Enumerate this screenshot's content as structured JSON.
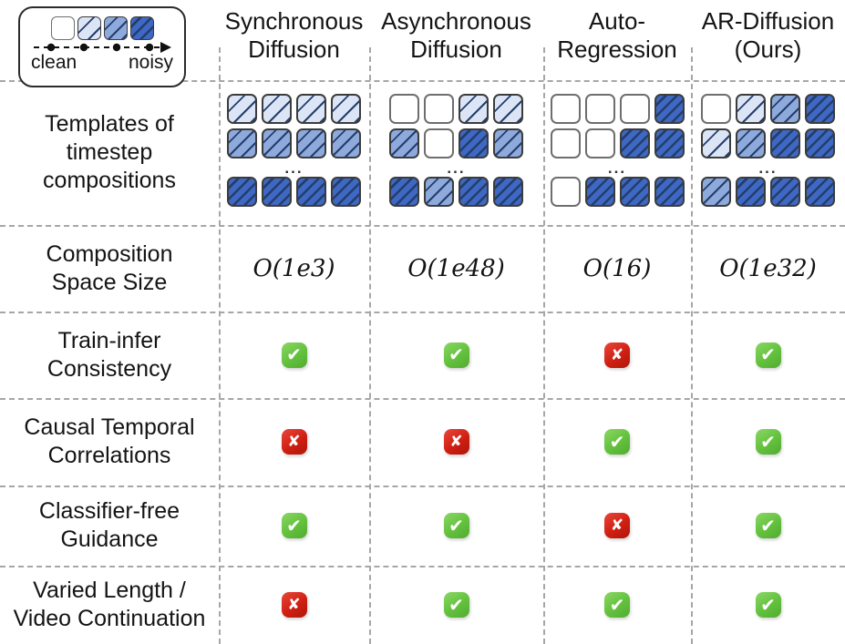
{
  "figure": {
    "title": "Timestep composition comparison of video generation paradigms"
  },
  "legend": {
    "clean_label": "clean",
    "noisy_label": "noisy",
    "levels": [
      0,
      1,
      2,
      3
    ]
  },
  "columns": [
    {
      "line1": "Synchronous",
      "line2": "Diffusion"
    },
    {
      "line1": "Asynchronous",
      "line2": "Diffusion"
    },
    {
      "line1": "Auto-",
      "line2": "Regression"
    },
    {
      "line1": "AR-Diffusion",
      "line2": "(Ours)"
    }
  ],
  "rows": {
    "templates": {
      "label_lines": [
        "Templates of",
        "timestep",
        "compositions"
      ],
      "dots": "...",
      "cells": [
        [
          [
            1,
            1,
            1,
            1
          ],
          [
            2,
            2,
            2,
            2
          ],
          [
            3,
            3,
            3,
            3
          ]
        ],
        [
          [
            0,
            0,
            1,
            1
          ],
          [
            2,
            0,
            3,
            2
          ],
          [
            3,
            2,
            3,
            3
          ]
        ],
        [
          [
            0,
            0,
            0,
            3
          ],
          [
            0,
            0,
            3,
            3
          ],
          [
            0,
            3,
            3,
            3
          ]
        ],
        [
          [
            0,
            1,
            2,
            3
          ],
          [
            1,
            2,
            3,
            3
          ],
          [
            2,
            3,
            3,
            3
          ]
        ]
      ]
    },
    "composition": {
      "label_lines": [
        "Composition",
        "Space Size"
      ],
      "values": [
        "O(1e3)",
        "O(1e48)",
        "O(16)",
        "O(1e32)"
      ]
    },
    "booleans": [
      {
        "label_lines": [
          "Train-infer",
          "Consistency"
        ],
        "values": [
          true,
          true,
          false,
          true
        ]
      },
      {
        "label_lines": [
          "Causal Temporal",
          "Correlations"
        ],
        "values": [
          false,
          false,
          true,
          true
        ]
      },
      {
        "label_lines": [
          "Classifier-free",
          "Guidance"
        ],
        "values": [
          true,
          true,
          false,
          true
        ]
      },
      {
        "label_lines": [
          "Varied Length /",
          "Video Continuation"
        ],
        "values": [
          false,
          true,
          true,
          true
        ]
      }
    ]
  },
  "icons": {
    "check_glyph": "✔",
    "cross_glyph": "✘"
  },
  "colors": {
    "noise_levels": [
      "#ffffff",
      "#dbe5f5",
      "#8ea9db",
      "#3e68c3"
    ],
    "hatch": "#243e6b",
    "check_green": "#64c23e",
    "cross_red": "#cf1f12",
    "grid_line": "#a6a6a6"
  }
}
